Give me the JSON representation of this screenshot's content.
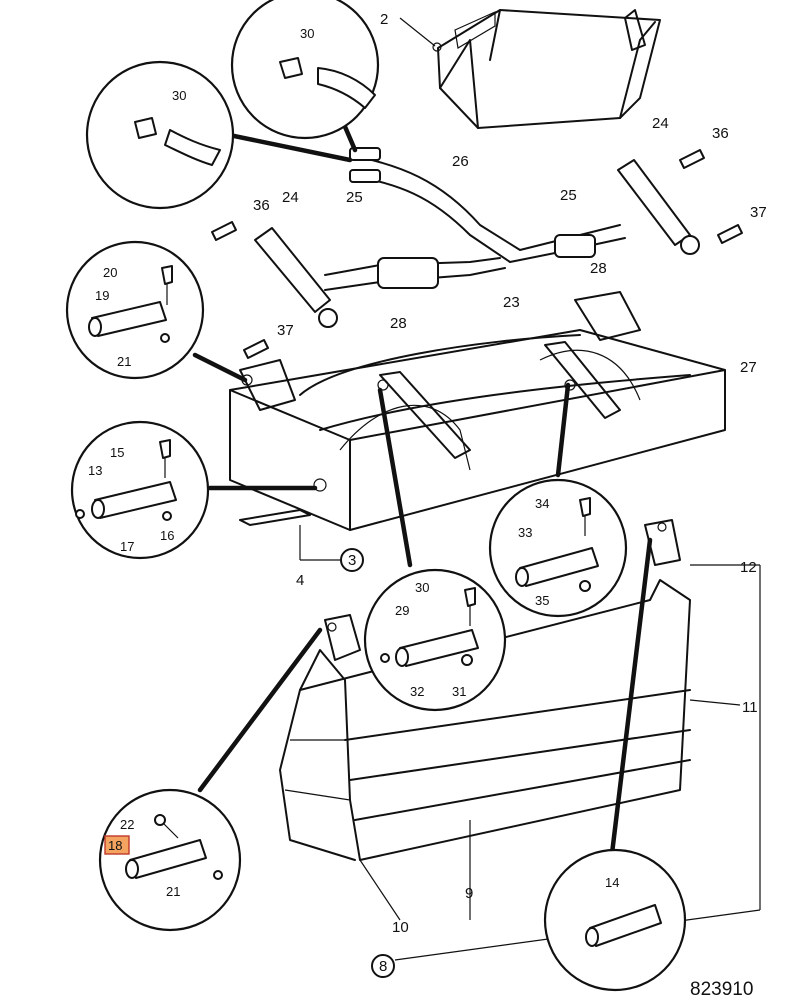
{
  "drawing_number": "823910",
  "highlighted_callout": "18",
  "colors": {
    "line": "#111111",
    "highlight_fill": "#f4a460",
    "highlight_border": "#c0392b"
  },
  "callouts": {
    "c2": "2",
    "c36a": "36",
    "c24a": "24",
    "c26": "26",
    "c36b": "36",
    "c24b": "24",
    "c25a": "25",
    "c25b": "25",
    "c37a": "37",
    "c37b": "37",
    "c28a": "28",
    "c28b": "28",
    "c23": "23",
    "c27": "27",
    "c3": "3",
    "c4": "4",
    "c12": "12",
    "c11": "11",
    "c9": "9",
    "c10": "10",
    "c8": "8"
  },
  "detail_30a": {
    "n30": "30"
  },
  "detail_30b": {
    "n30": "30"
  },
  "detail_19": {
    "n20": "20",
    "n19": "19",
    "n21": "21"
  },
  "detail_13": {
    "n15": "15",
    "n13": "13",
    "n17": "17",
    "n16": "16"
  },
  "detail_29": {
    "n30": "30",
    "n29": "29",
    "n32": "32",
    "n31": "31"
  },
  "detail_33": {
    "n34": "34",
    "n33": "33",
    "n35": "35"
  },
  "detail_18": {
    "n22": "22",
    "n18": "18",
    "n21": "21"
  },
  "detail_14": {
    "n14": "14"
  }
}
